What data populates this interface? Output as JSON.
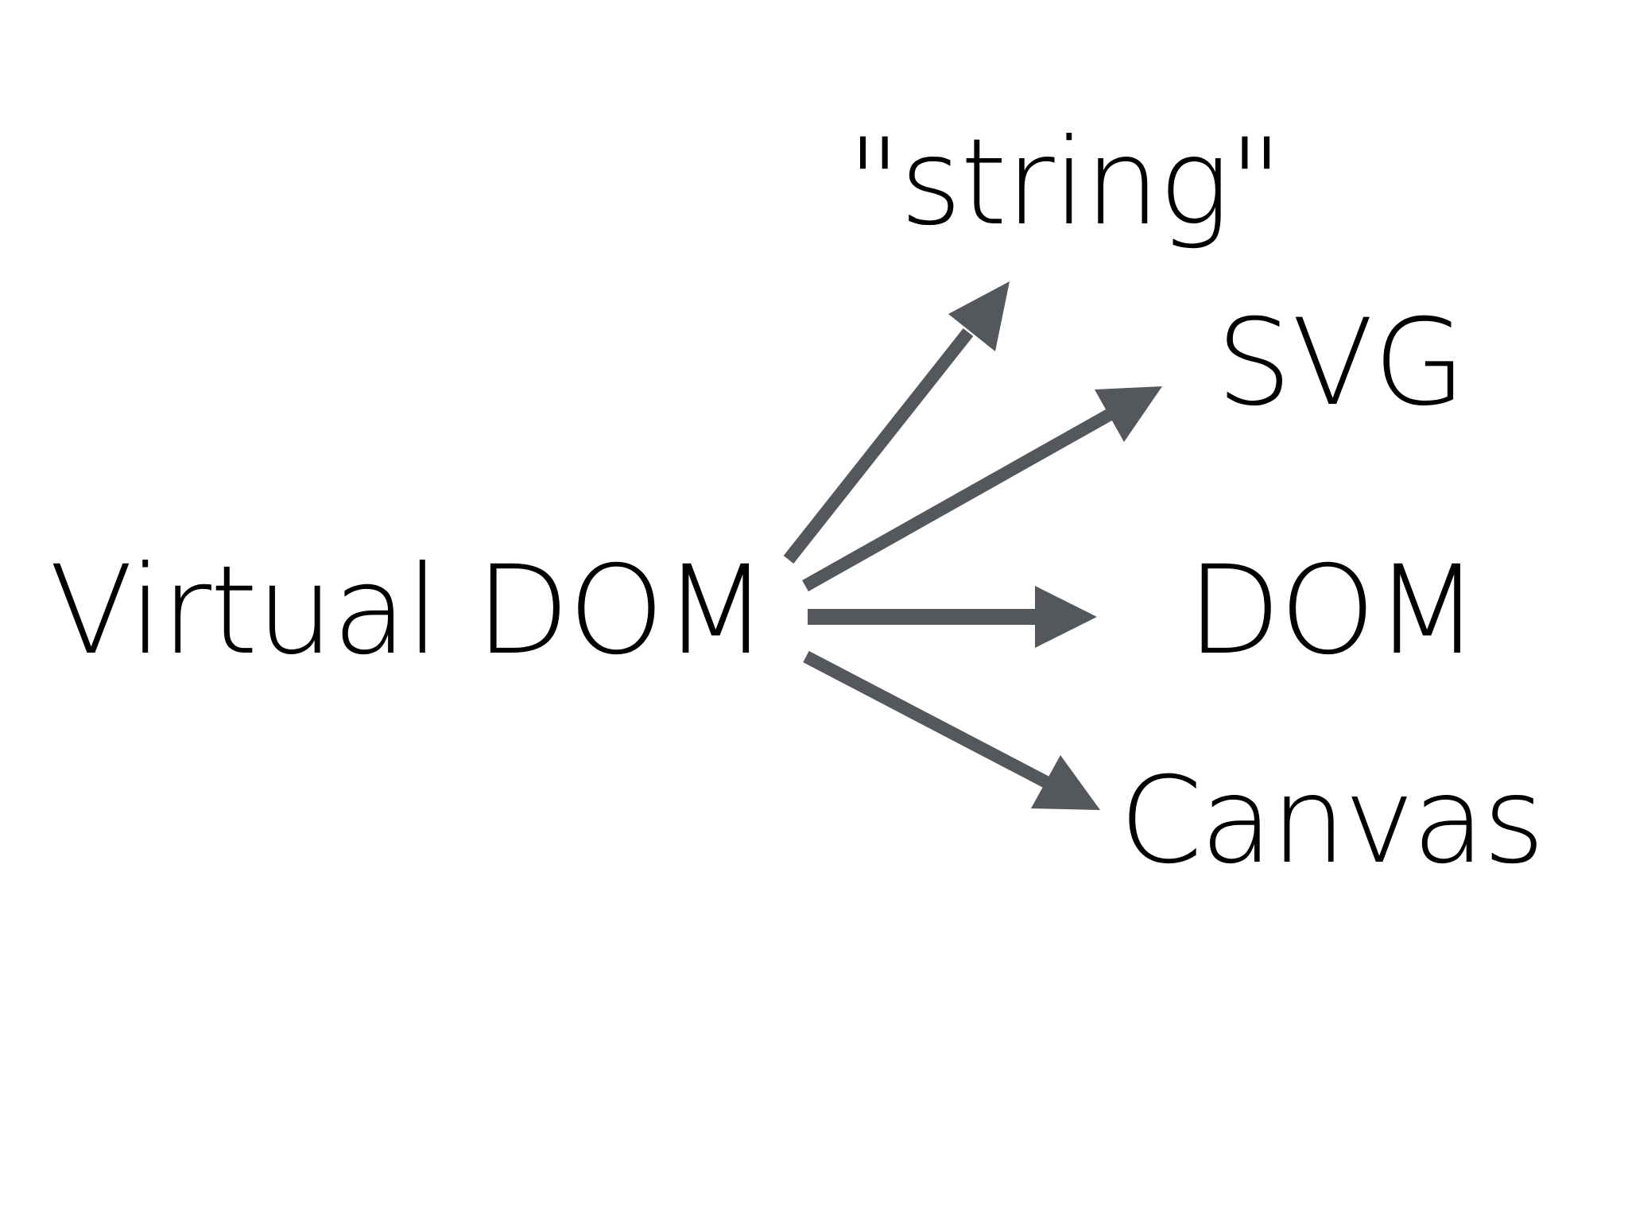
{
  "diagram": {
    "source": {
      "label": "Virtual DOM"
    },
    "targets": [
      {
        "id": "string",
        "label": "\"string\""
      },
      {
        "id": "svg",
        "label": "SVG"
      },
      {
        "id": "dom",
        "label": "DOM"
      },
      {
        "id": "canvas",
        "label": "Canvas"
      }
    ],
    "arrow_color": "#54575c",
    "text_color": "#000000",
    "background_color": "#ffffff"
  }
}
